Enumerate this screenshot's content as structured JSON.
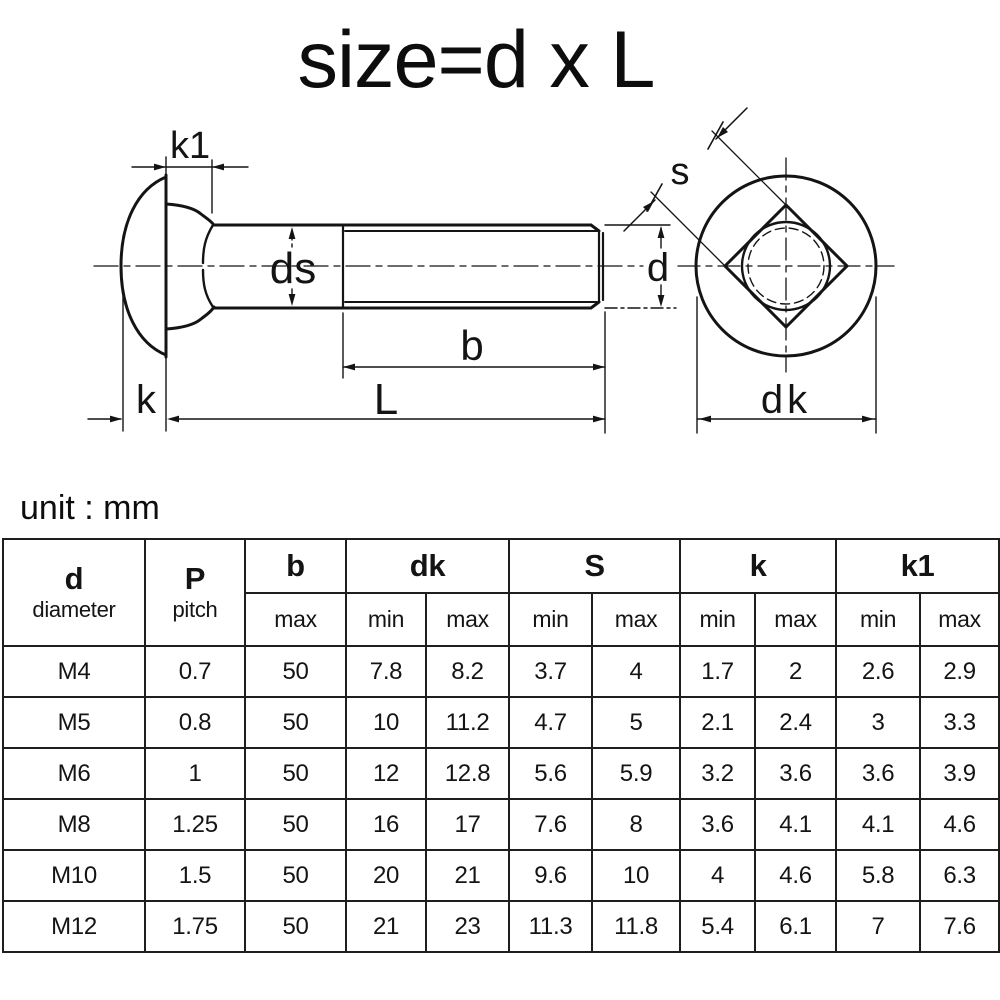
{
  "title": "size=d x L",
  "unit_label": "unit : mm",
  "diagram": {
    "labels": {
      "k1": "k1",
      "ds": "ds",
      "b": "b",
      "L": "L",
      "k": "k",
      "d": "d",
      "s": "s",
      "dk": "dk"
    }
  },
  "colors": {
    "ink": "#141414",
    "background": "#ffffff"
  },
  "table": {
    "columns": [
      {
        "label": "d",
        "sublabel": "diameter"
      },
      {
        "label": "P",
        "sublabel": "pitch"
      },
      {
        "label": "b",
        "subs": [
          "max"
        ]
      },
      {
        "label": "dk",
        "subs": [
          "min",
          "max"
        ]
      },
      {
        "label": "S",
        "subs": [
          "min",
          "max"
        ]
      },
      {
        "label": "k",
        "subs": [
          "min",
          "max"
        ]
      },
      {
        "label": "k1",
        "subs": [
          "min",
          "max"
        ]
      }
    ],
    "rows": [
      [
        "M4",
        "0.7",
        "50",
        "7.8",
        "8.2",
        "3.7",
        "4",
        "1.7",
        "2",
        "2.6",
        "2.9"
      ],
      [
        "M5",
        "0.8",
        "50",
        "10",
        "11.2",
        "4.7",
        "5",
        "2.1",
        "2.4",
        "3",
        "3.3"
      ],
      [
        "M6",
        "1",
        "50",
        "12",
        "12.8",
        "5.6",
        "5.9",
        "3.2",
        "3.6",
        "3.6",
        "3.9"
      ],
      [
        "M8",
        "1.25",
        "50",
        "16",
        "17",
        "7.6",
        "8",
        "3.6",
        "4.1",
        "4.1",
        "4.6"
      ],
      [
        "M10",
        "1.5",
        "50",
        "20",
        "21",
        "9.6",
        "10",
        "4",
        "4.6",
        "5.8",
        "6.3"
      ],
      [
        "M12",
        "1.75",
        "50",
        "21",
        "23",
        "11.3",
        "11.8",
        "5.4",
        "6.1",
        "7",
        "7.6"
      ]
    ]
  }
}
